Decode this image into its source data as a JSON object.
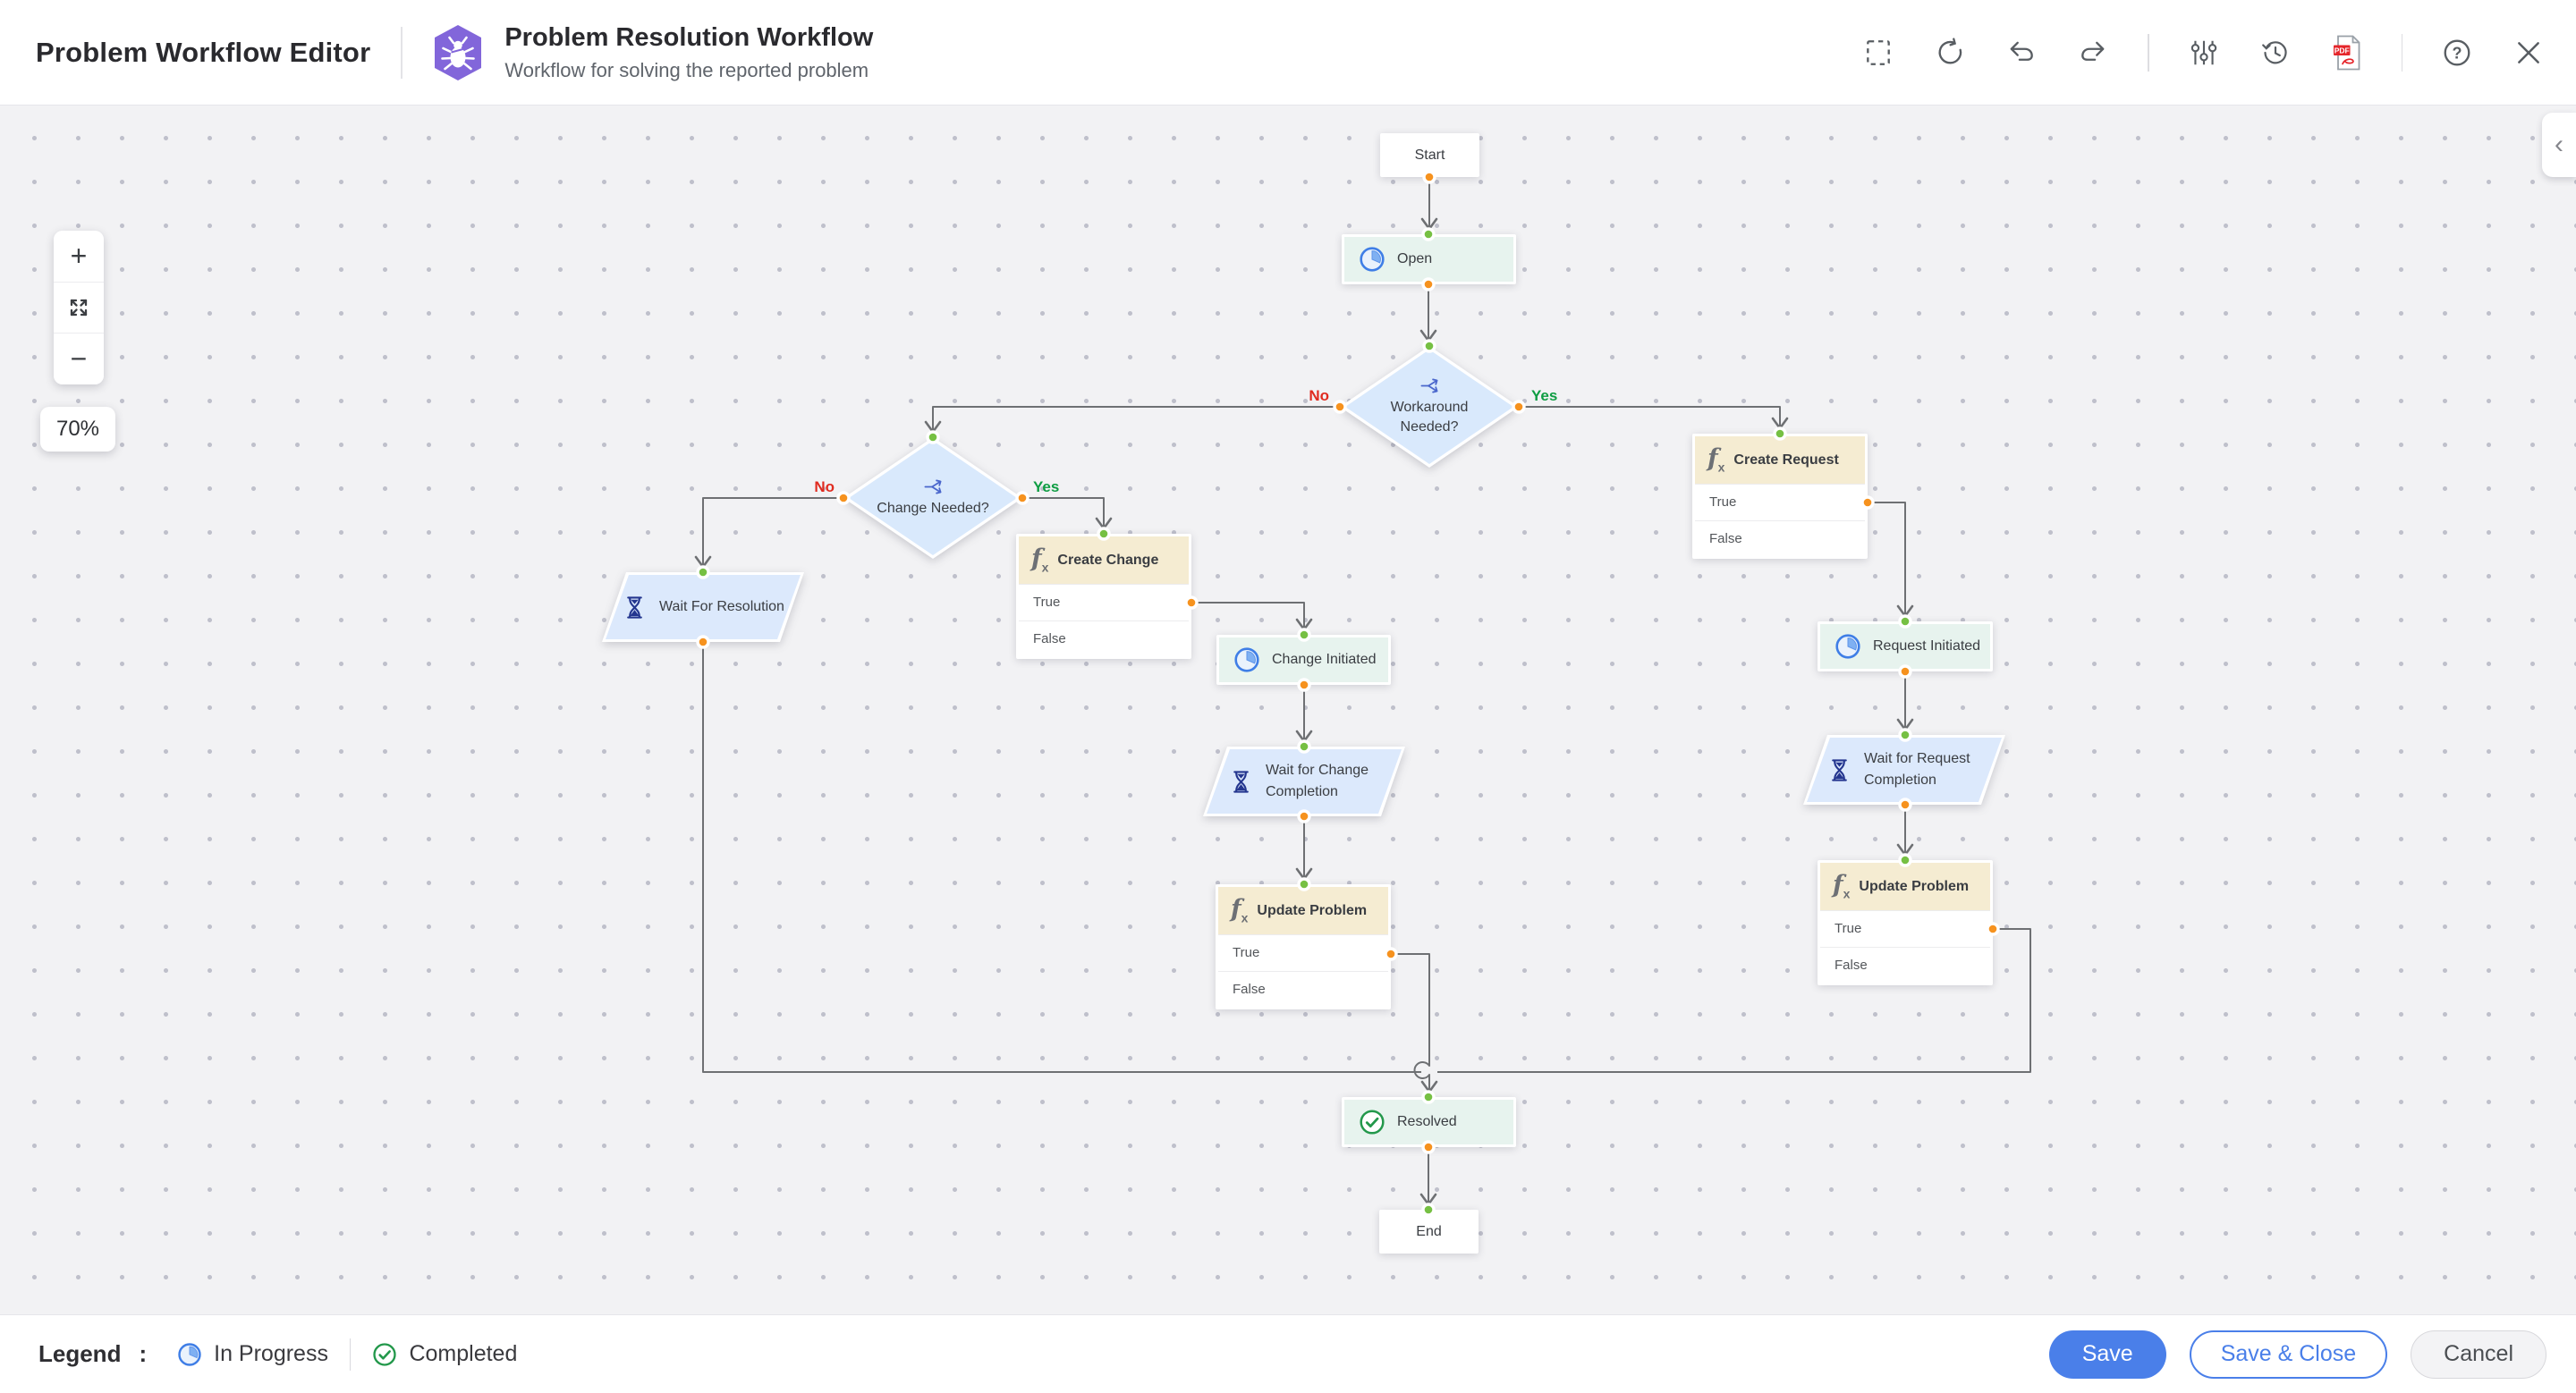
{
  "header": {
    "app_title": "Problem Workflow Editor",
    "workflow_name": "Problem Resolution Workflow",
    "workflow_description": "Workflow for solving the reported problem",
    "toolbar_icons": [
      "marquee-select",
      "reset",
      "undo",
      "redo",
      "adjustments",
      "history",
      "export-pdf",
      "help",
      "close"
    ],
    "pdf_badge": "PDF"
  },
  "canvas": {
    "zoom_level": "70%",
    "colors": {
      "canvas_bg": "#f2f2f4",
      "connector": "#6e7073",
      "port_in_green": "#76c043",
      "port_out_orange": "#f6921e",
      "status_fill": "#e7f3ee",
      "decision_fill": "#d9e9fc",
      "wait_fill": "#dce9fc",
      "function_header_fill": "#f5ecd2",
      "yes_label": "#0f9d43",
      "no_label": "#e02b20",
      "accent_blue": "#4a7fe9",
      "workflow_icon_purple": "#8266da"
    }
  },
  "glyphs": {
    "plus": "+",
    "minus": "−",
    "help": "?",
    "collapse_chevron": "‹",
    "fx_f": "f",
    "fx_sub": "x"
  },
  "nodes": {
    "start": {
      "label": "Start"
    },
    "open": {
      "label": "Open"
    },
    "workaround_needed": {
      "label": "Workaround Needed?",
      "no_label": "No",
      "yes_label": "Yes"
    },
    "change_needed": {
      "label": "Change Needed?",
      "no_label": "No",
      "yes_label": "Yes"
    },
    "create_request": {
      "label": "Create Request",
      "rows": [
        "True",
        "False"
      ]
    },
    "create_change": {
      "label": "Create Change",
      "rows": [
        "True",
        "False"
      ]
    },
    "wait_for_resolution": {
      "label": "Wait For Resolution"
    },
    "change_initiated": {
      "label": "Change Initiated"
    },
    "wait_for_change_completion": {
      "label": "Wait for Change Completion"
    },
    "update_problem_change": {
      "label": "Update Problem",
      "rows": [
        "True",
        "False"
      ]
    },
    "request_initiated": {
      "label": "Request Initiated"
    },
    "wait_for_request_completion": {
      "label": "Wait for Request Completion"
    },
    "update_problem_request": {
      "label": "Update Problem",
      "rows": [
        "True",
        "False"
      ]
    },
    "resolved": {
      "label": "Resolved"
    },
    "end": {
      "label": "End"
    }
  },
  "legend": {
    "title": "Legend",
    "separator": ":",
    "items": [
      {
        "icon": "in-progress-icon",
        "label": "In Progress"
      },
      {
        "icon": "completed-icon",
        "label": "Completed"
      }
    ]
  },
  "buttons": {
    "save": "Save",
    "save_and_close": "Save & Close",
    "cancel": "Cancel"
  }
}
